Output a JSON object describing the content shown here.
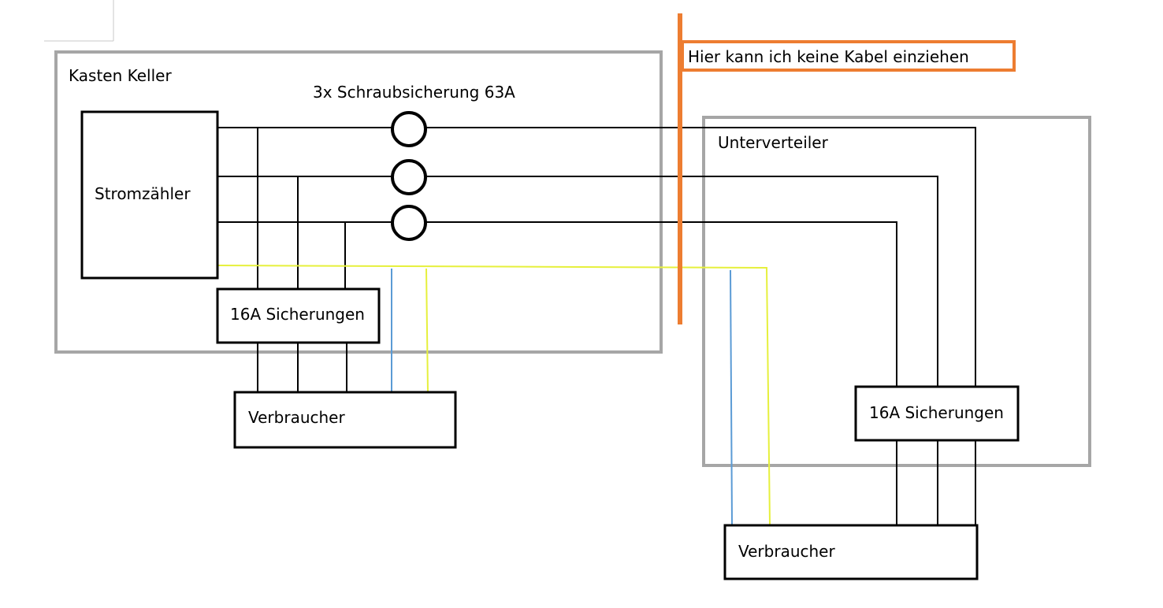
{
  "labels": {
    "kasten_keller": "Kasten Keller",
    "stromzaehler": "Stromzähler",
    "schraubsicherung": "3x Schraubsicherung 63A",
    "sicherungen_left": "16A Sicherungen",
    "verbraucher_left": "Verbraucher",
    "hinweis": "Hier kann ich keine Kabel einziehen",
    "unterverteiler": "Unterverteiler",
    "sicherungen_right": "16A Sicherungen",
    "verbraucher_right": "Verbraucher"
  },
  "colors": {
    "frame": "#a6a6a6",
    "wire_phase": "#000000",
    "wire_neutral": "#5b9bd5",
    "wire_earth": "#e6f03c",
    "wall_accent": "#ed7d31"
  },
  "icons": [
    "fuse-symbol-icon"
  ]
}
